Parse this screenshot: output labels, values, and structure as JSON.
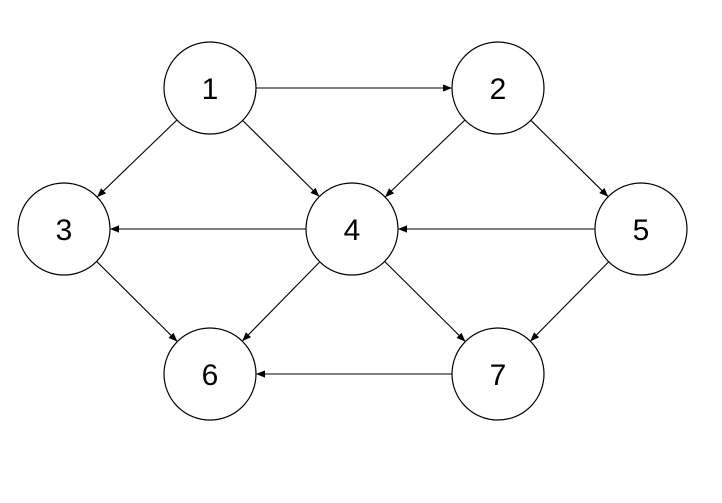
{
  "diagram": {
    "type": "directed-graph",
    "nodes": [
      {
        "id": "1",
        "label": "1"
      },
      {
        "id": "2",
        "label": "2"
      },
      {
        "id": "3",
        "label": "3"
      },
      {
        "id": "4",
        "label": "4"
      },
      {
        "id": "5",
        "label": "5"
      },
      {
        "id": "6",
        "label": "6"
      },
      {
        "id": "7",
        "label": "7"
      }
    ],
    "edges": [
      {
        "from": "1",
        "to": "2"
      },
      {
        "from": "1",
        "to": "3"
      },
      {
        "from": "1",
        "to": "4"
      },
      {
        "from": "2",
        "to": "4"
      },
      {
        "from": "2",
        "to": "5"
      },
      {
        "from": "4",
        "to": "3"
      },
      {
        "from": "5",
        "to": "4"
      },
      {
        "from": "3",
        "to": "6"
      },
      {
        "from": "4",
        "to": "6"
      },
      {
        "from": "4",
        "to": "7"
      },
      {
        "from": "5",
        "to": "7"
      },
      {
        "from": "7",
        "to": "6"
      }
    ],
    "colors": {
      "stroke": "#000000",
      "fill": "#ffffff",
      "text": "#000000"
    }
  }
}
